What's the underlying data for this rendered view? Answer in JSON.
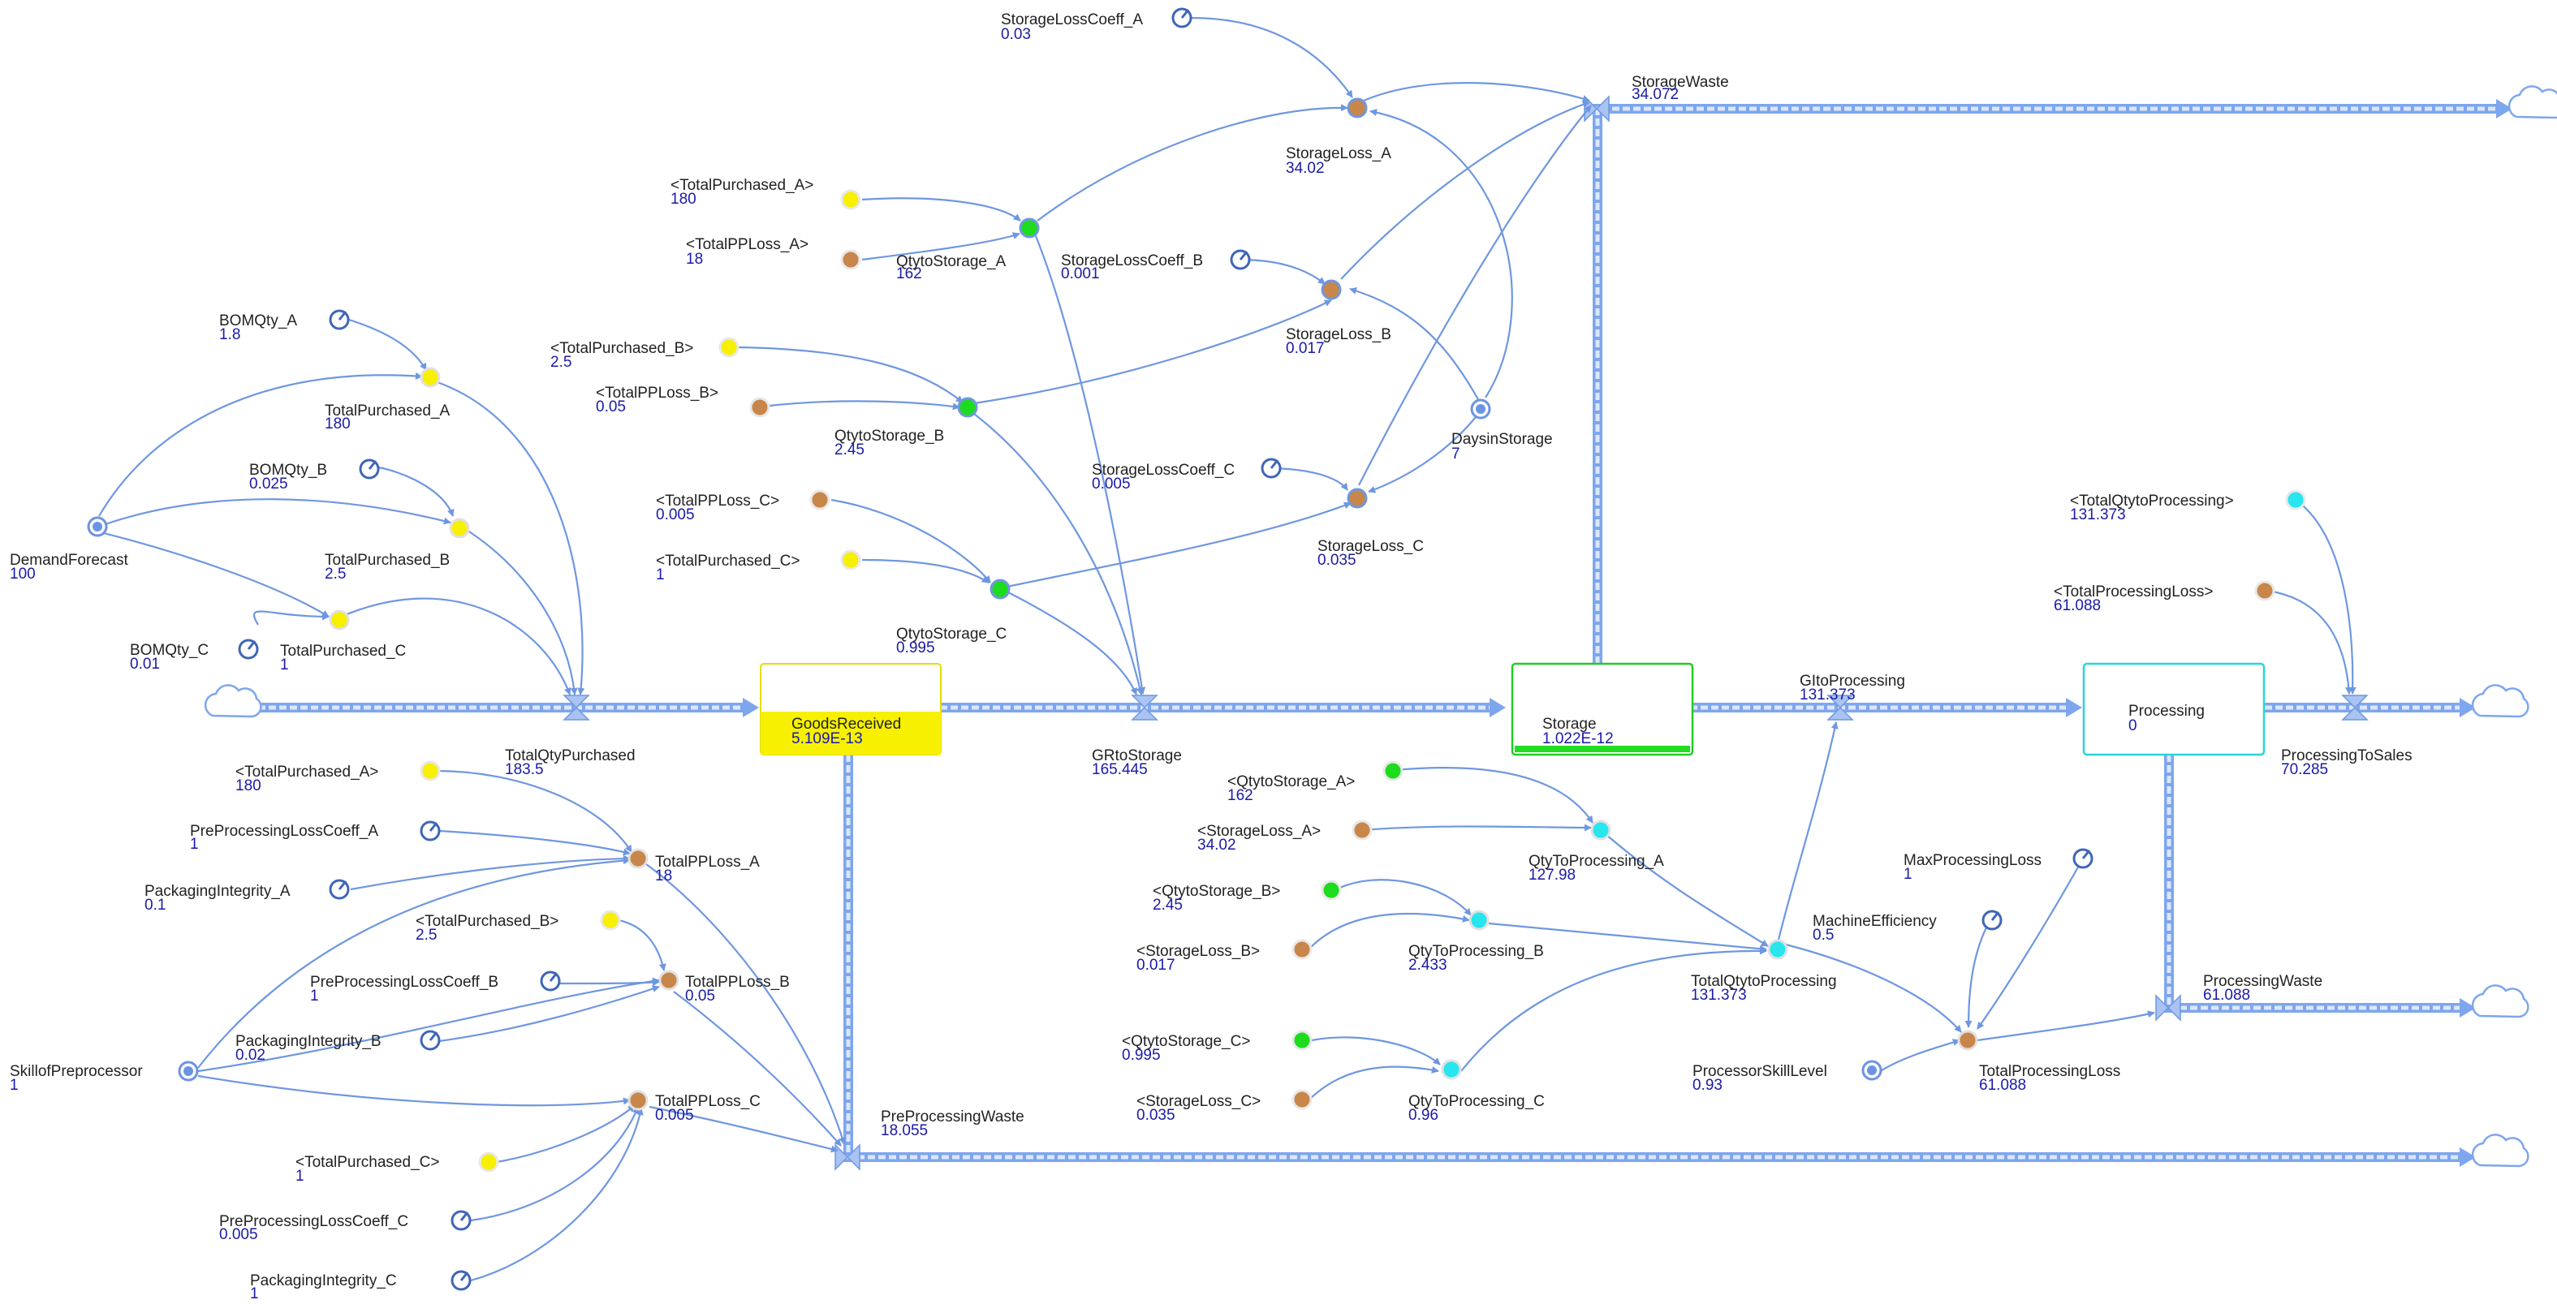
{
  "colors": {
    "link": "#6f97e0",
    "pipe": "#7ea6ee",
    "value_text": "#1a1aa8",
    "aux_yellow": "#f7f000",
    "aux_brown": "#c8864a",
    "aux_green": "#1ddc1d",
    "aux_cyan": "#27e6ee",
    "aux_blue": "#6c93e3",
    "stock_goods_fill": "#f7f000",
    "stock_storage_border": "#22cc22",
    "stock_processing_border": "#28d6d6"
  },
  "stocks": {
    "goods_received": {
      "name": "GoodsReceived",
      "value": "5.109E-13"
    },
    "storage": {
      "name": "Storage",
      "value": "1.022E-12"
    },
    "processing": {
      "name": "Processing",
      "value": "0"
    }
  },
  "flows": {
    "total_qty_purchased": {
      "name": "TotalQtyPurchased",
      "value": "183.5"
    },
    "gr_to_storage": {
      "name": "GRtoStorage",
      "value": "165.445"
    },
    "gi_to_processing": {
      "name": "GItoProcessing",
      "value": "131.373"
    },
    "processing_to_sales": {
      "name": "ProcessingToSales",
      "value": "70.285"
    },
    "storage_waste": {
      "name": "StorageWaste",
      "value": "34.072"
    },
    "processing_waste": {
      "name": "ProcessingWaste",
      "value": "61.088"
    },
    "preprocessing_waste": {
      "name": "PreProcessingWaste",
      "value": "18.055"
    }
  },
  "variables": {
    "storage_loss_coeff_a": {
      "name": "StorageLossCoeff_A",
      "value": "0.03",
      "icon": "constant-dial-icon"
    },
    "storage_loss_a": {
      "name": "StorageLoss_A",
      "value": "34.02",
      "icon": "aux-circle-icon"
    },
    "ghost_total_purchased_a_top": {
      "name": "<TotalPurchased_A>",
      "value": "180",
      "icon": "shadow-var-icon"
    },
    "ghost_total_pp_loss_a": {
      "name": "<TotalPPLoss_A>",
      "value": "18",
      "icon": "shadow-var-icon"
    },
    "qty_to_storage_a": {
      "name": "QtytoStorage_A",
      "value": "162",
      "icon": "aux-circle-icon"
    },
    "storage_loss_coeff_b": {
      "name": "StorageLossCoeff_B",
      "value": "0.001",
      "icon": "constant-dial-icon"
    },
    "storage_loss_b": {
      "name": "StorageLoss_B",
      "value": "0.017",
      "icon": "aux-circle-icon"
    },
    "bom_qty_a": {
      "name": "BOMQty_A",
      "value": "1.8",
      "icon": "constant-dial-icon"
    },
    "total_purchased_a": {
      "name": "TotalPurchased_A",
      "value": "180",
      "icon": "aux-circle-icon"
    },
    "ghost_total_purchased_b_top": {
      "name": "<TotalPurchased_B>",
      "value": "2.5",
      "icon": "shadow-var-icon"
    },
    "ghost_total_pp_loss_b": {
      "name": "<TotalPPLoss_B>",
      "value": "0.05",
      "icon": "shadow-var-icon"
    },
    "qty_to_storage_b": {
      "name": "QtytoStorage_B",
      "value": "2.45",
      "icon": "aux-circle-icon"
    },
    "days_in_storage": {
      "name": "DaysinStorage",
      "value": "7",
      "icon": "aux-circle-icon"
    },
    "bom_qty_b": {
      "name": "BOMQty_B",
      "value": "0.025",
      "icon": "constant-dial-icon"
    },
    "total_purchased_b": {
      "name": "TotalPurchased_B",
      "value": "2.5",
      "icon": "aux-circle-icon"
    },
    "demand_forecast": {
      "name": "DemandForecast",
      "value": "100",
      "icon": "aux-circle-icon"
    },
    "ghost_total_pp_loss_c": {
      "name": "<TotalPPLoss_C>",
      "value": "0.005",
      "icon": "shadow-var-icon"
    },
    "storage_loss_coeff_c": {
      "name": "StorageLossCoeff_C",
      "value": "0.005",
      "icon": "constant-dial-icon"
    },
    "storage_loss_c": {
      "name": "StorageLoss_C",
      "value": "0.035",
      "icon": "aux-circle-icon"
    },
    "ghost_total_purchased_c_top": {
      "name": "<TotalPurchased_C>",
      "value": "1",
      "icon": "shadow-var-icon"
    },
    "qty_to_storage_c": {
      "name": "QtytoStorage_C",
      "value": "0.995",
      "icon": "aux-circle-icon"
    },
    "bom_qty_c": {
      "name": "BOMQty_C",
      "value": "0.01",
      "icon": "constant-dial-icon"
    },
    "total_purchased_c": {
      "name": "TotalPurchased_C",
      "value": "1",
      "icon": "aux-circle-icon"
    },
    "ghost_total_qty_to_processing": {
      "name": "<TotalQtytoProcessing>",
      "value": "131.373",
      "icon": "shadow-var-icon"
    },
    "ghost_total_processing_loss": {
      "name": "<TotalProcessingLoss>",
      "value": "61.088",
      "icon": "shadow-var-icon"
    },
    "ghost_total_purchased_a_bottom": {
      "name": "<TotalPurchased_A>",
      "value": "180",
      "icon": "shadow-var-icon"
    },
    "pp_loss_coeff_a": {
      "name": "PreProcessingLossCoeff_A",
      "value": "1",
      "icon": "constant-dial-icon"
    },
    "total_pp_loss_a": {
      "name": "TotalPPLoss_A",
      "value": "18",
      "icon": "aux-circle-icon"
    },
    "packaging_integrity_a": {
      "name": "PackagingIntegrity_A",
      "value": "0.1",
      "icon": "constant-dial-icon"
    },
    "ghost_total_purchased_b_bottom": {
      "name": "<TotalPurchased_B>",
      "value": "2.5",
      "icon": "shadow-var-icon"
    },
    "pp_loss_coeff_b": {
      "name": "PreProcessingLossCoeff_B",
      "value": "1",
      "icon": "constant-dial-icon"
    },
    "total_pp_loss_b": {
      "name": "TotalPPLoss_B",
      "value": "0.05",
      "icon": "aux-circle-icon"
    },
    "packaging_integrity_b": {
      "name": "PackagingIntegrity_B",
      "value": "0.02",
      "icon": "constant-dial-icon"
    },
    "skill_of_preprocessor": {
      "name": "SkillofPreprocessor",
      "value": "1",
      "icon": "aux-circle-icon"
    },
    "total_pp_loss_c": {
      "name": "TotalPPLoss_C",
      "value": "0.005",
      "icon": "aux-circle-icon"
    },
    "ghost_total_purchased_c_bottom": {
      "name": "<TotalPurchased_C>",
      "value": "1",
      "icon": "shadow-var-icon"
    },
    "pp_loss_coeff_c": {
      "name": "PreProcessingLossCoeff_C",
      "value": "0.005",
      "icon": "constant-dial-icon"
    },
    "packaging_integrity_c": {
      "name": "PackagingIntegrity_C",
      "value": "1",
      "icon": "constant-dial-icon"
    },
    "ghost_qty_to_storage_a": {
      "name": "<QtytoStorage_A>",
      "value": "162",
      "icon": "shadow-var-icon"
    },
    "ghost_storage_loss_a": {
      "name": "<StorageLoss_A>",
      "value": "34.02",
      "icon": "shadow-var-icon"
    },
    "qty_to_processing_a": {
      "name": "QtyToProcessing_A",
      "value": "127.98",
      "icon": "aux-circle-icon"
    },
    "ghost_qty_to_storage_b": {
      "name": "<QtytoStorage_B>",
      "value": "2.45",
      "icon": "shadow-var-icon"
    },
    "ghost_storage_loss_b": {
      "name": "<StorageLoss_B>",
      "value": "0.017",
      "icon": "shadow-var-icon"
    },
    "qty_to_processing_b": {
      "name": "QtyToProcessing_B",
      "value": "2.433",
      "icon": "aux-circle-icon"
    },
    "machine_efficiency": {
      "name": "MachineEfficiency",
      "value": "0.5",
      "icon": "constant-dial-icon"
    },
    "max_processing_loss": {
      "name": "MaxProcessingLoss",
      "value": "1",
      "icon": "constant-dial-icon"
    },
    "total_qty_to_processing": {
      "name": "TotalQtytoProcessing",
      "value": "131.373",
      "icon": "aux-circle-icon"
    },
    "ghost_qty_to_storage_c": {
      "name": "<QtytoStorage_C>",
      "value": "0.995",
      "icon": "shadow-var-icon"
    },
    "ghost_storage_loss_c": {
      "name": "<StorageLoss_C>",
      "value": "0.035",
      "icon": "shadow-var-icon"
    },
    "qty_to_processing_c": {
      "name": "QtyToProcessing_C",
      "value": "0.96",
      "icon": "aux-circle-icon"
    },
    "processor_skill_level": {
      "name": "ProcessorSkillLevel",
      "value": "0.93",
      "icon": "aux-circle-icon"
    },
    "total_processing_loss": {
      "name": "TotalProcessingLoss",
      "value": "61.088",
      "icon": "aux-circle-icon"
    }
  }
}
